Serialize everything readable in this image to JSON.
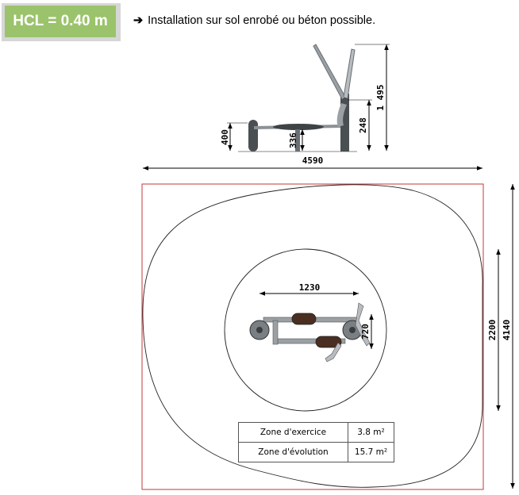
{
  "badge": {
    "text": "HCL = 0.40 m",
    "bg_color": "#9bc36b",
    "shadow_color": "#d6d6d6"
  },
  "note": {
    "arrow": "➔",
    "text": "Installation sur sol enrobé ou béton possible."
  },
  "elevation": {
    "dims": {
      "total_height": "1 495",
      "post_height": "400",
      "seat_height": "336",
      "handle_height": "248"
    }
  },
  "plan": {
    "dims": {
      "overall_width": "4590",
      "overall_depth": "4140",
      "machine_length": "1230",
      "machine_width": "720",
      "zone_depth": "2200"
    },
    "border_color": "#c0393b"
  },
  "areas": {
    "rows": [
      {
        "label": "Zone d'exercice",
        "value": "3.8  m²"
      },
      {
        "label": "Zone d'évolution",
        "value": "15.7 m²"
      }
    ]
  }
}
